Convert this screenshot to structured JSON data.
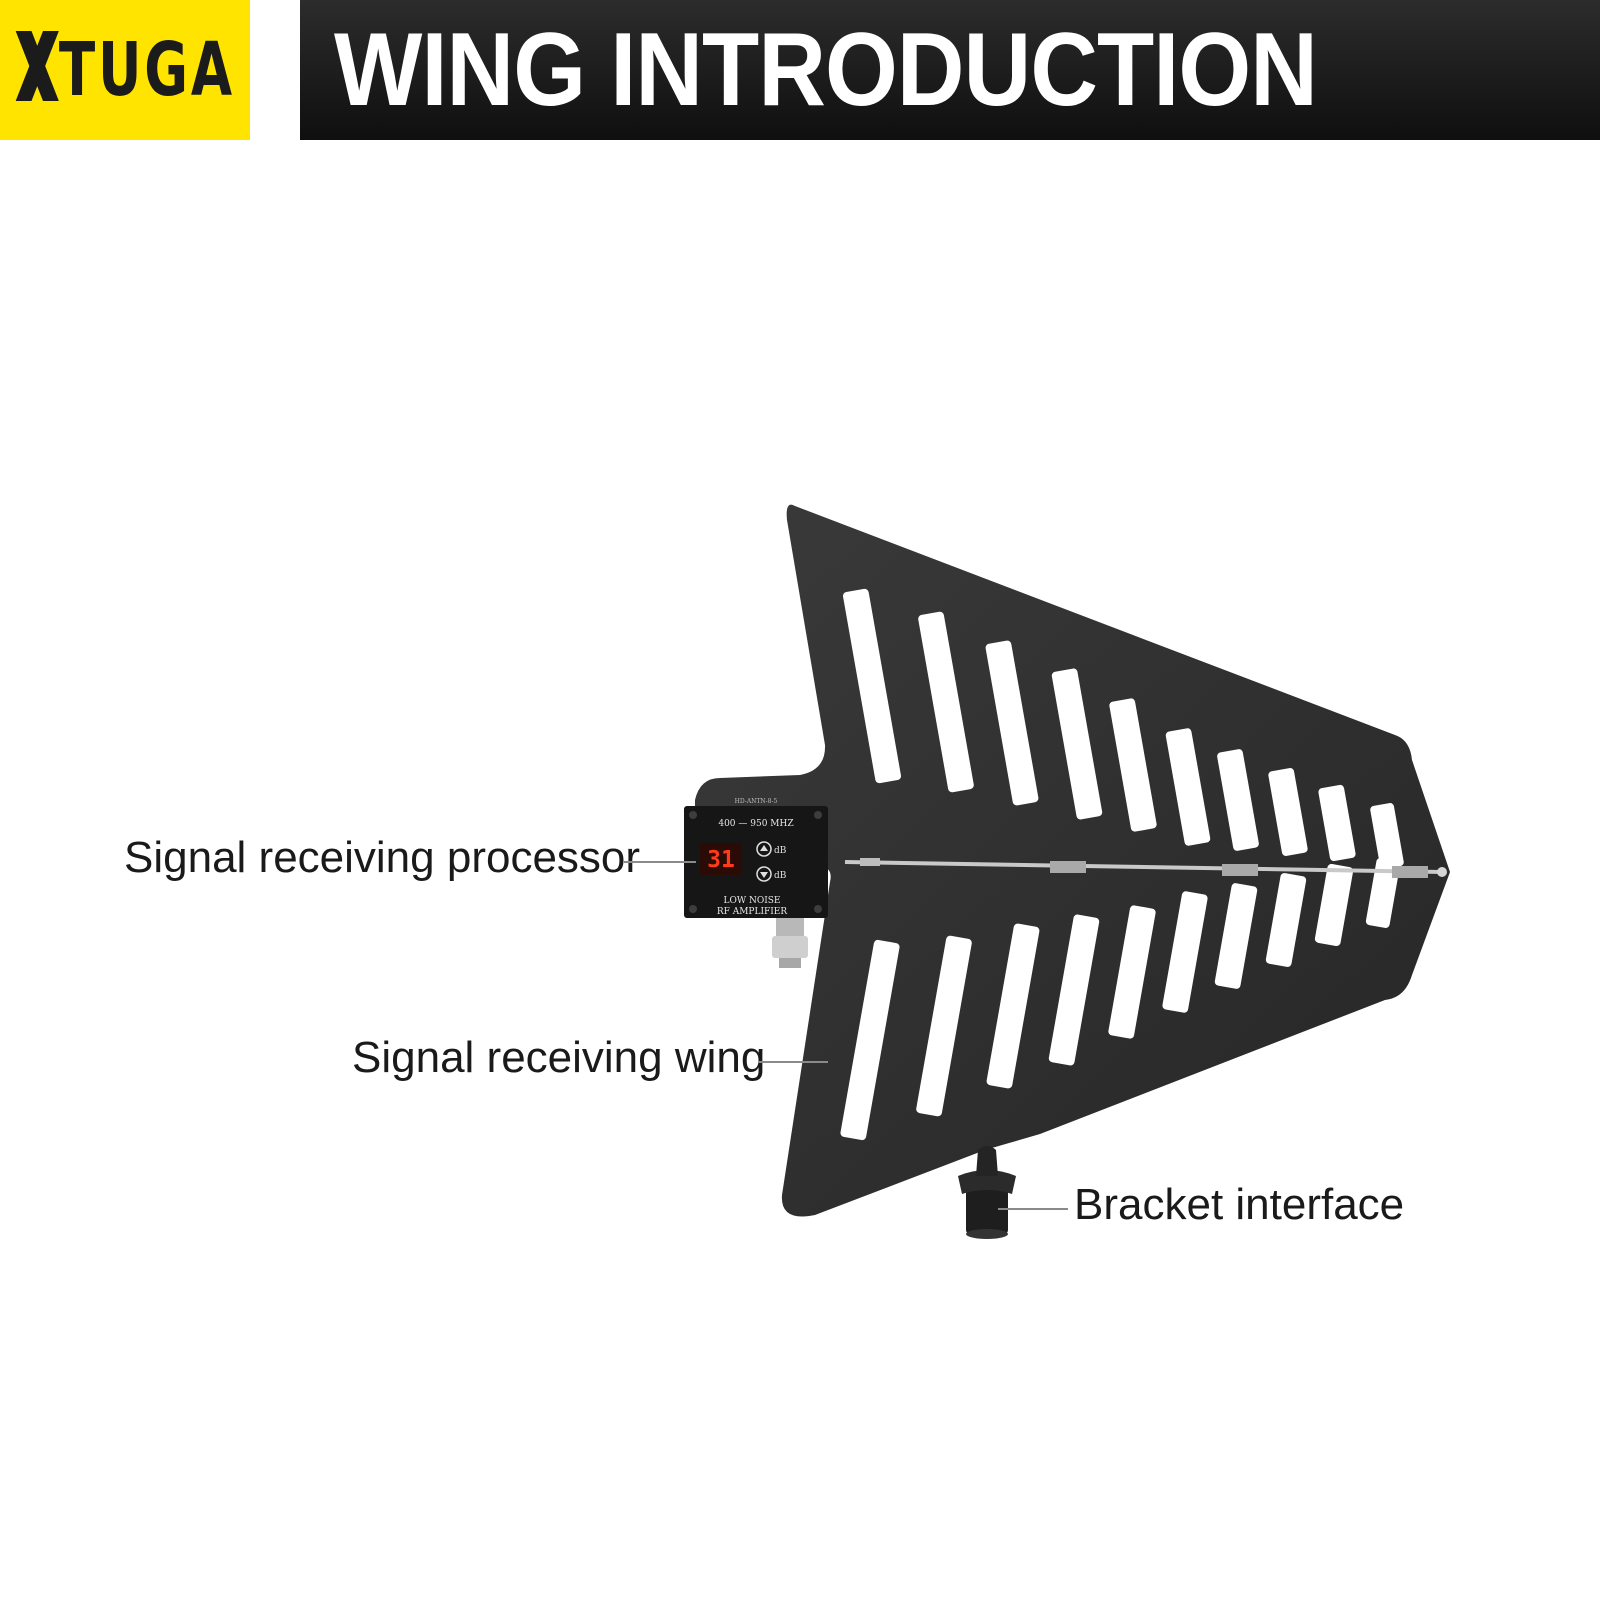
{
  "brand": {
    "logo_text": "TUGA"
  },
  "header": {
    "title": "WING INTRODUCTION"
  },
  "device": {
    "model_text": "HD-ANTN-8-5",
    "freq_range": "400 — 950 MHZ",
    "display_value": "31",
    "db_up_label": "dB",
    "db_down_label": "dB",
    "amp_line1": "LOW NOISE",
    "amp_line2": "RF AMPLIFIER"
  },
  "callouts": {
    "processor": "Signal receiving processor",
    "wing": "Signal receiving wing",
    "bracket": "Bracket interface"
  },
  "colors": {
    "brand_yellow": "#ffe400",
    "header_bg": "#1b1b1b",
    "wing_black": "#2d2d2d",
    "led_red": "#ff3b1a"
  }
}
